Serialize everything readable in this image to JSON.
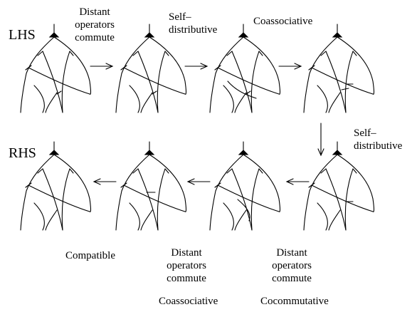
{
  "row_labels": {
    "top": "LHS",
    "bottom": "RHS"
  },
  "top_steps": [
    {
      "lines": [
        "Distant",
        "operators",
        "commute"
      ]
    },
    {
      "lines": [
        "Self–",
        "distributive"
      ]
    },
    {
      "lines": [
        "Coassociative"
      ]
    }
  ],
  "down_step": {
    "lines": [
      "Self–",
      "distributive"
    ]
  },
  "bottom_steps": [
    {
      "lines": [
        "Compatible"
      ]
    },
    {
      "lines": [
        "Distant",
        "operators",
        "commute"
      ],
      "below": "Coassociative"
    },
    {
      "lines": [
        "Distant",
        "operators",
        "commute"
      ],
      "below": "Cocommutative"
    }
  ],
  "colors": {
    "ink": "#000000",
    "background": "#ffffff"
  }
}
